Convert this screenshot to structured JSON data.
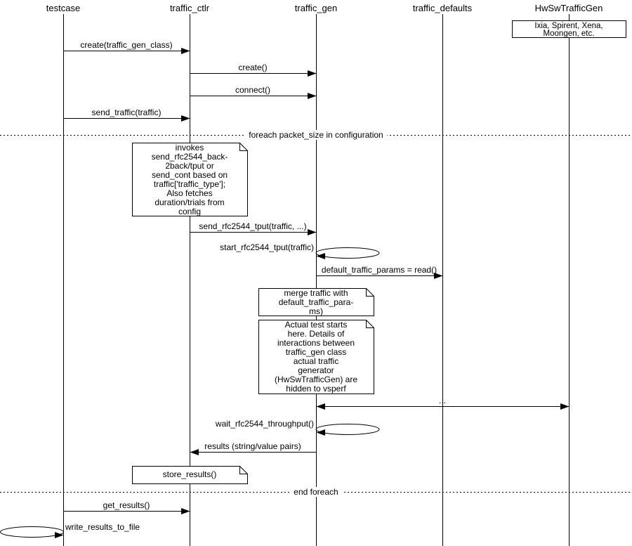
{
  "participants": [
    {
      "label": "testcase"
    },
    {
      "label": "traffic_ctlr"
    },
    {
      "label": "traffic_gen"
    },
    {
      "label": "traffic_defaults"
    },
    {
      "label": "HwSwTrafficGen"
    }
  ],
  "hw_box": {
    "text": "Ixia, Spirent, Xena,\nMoongen, etc."
  },
  "messages": {
    "create_gen_class": {
      "label": "create(traffic_gen_class)",
      "from": "testcase",
      "to": "traffic_ctlr",
      "type": "call"
    },
    "create": {
      "label": "create()",
      "from": "traffic_ctlr",
      "to": "traffic_gen",
      "type": "call"
    },
    "connect": {
      "label": "connect()",
      "from": "traffic_ctlr",
      "to": "traffic_gen",
      "type": "call"
    },
    "send_traffic": {
      "label": "send_traffic(traffic)",
      "from": "testcase",
      "to": "traffic_ctlr",
      "type": "call"
    },
    "send_rfc2544_tput": {
      "label": "send_rfc2544_tput(traffic, ...)",
      "from": "traffic_ctlr",
      "to": "traffic_gen",
      "type": "call"
    },
    "start_rfc2544_tput": {
      "label": "start_rfc2544_tput(traffic)",
      "from": "traffic_gen",
      "to": "traffic_gen",
      "type": "self-call"
    },
    "default_params_read": {
      "label": "default_traffic_params = read()",
      "from": "traffic_gen",
      "to": "traffic_defaults",
      "type": "call"
    },
    "ellipsis": {
      "label": "...",
      "from": "traffic_gen",
      "to": "HwSwTrafficGen",
      "type": "bidirectional"
    },
    "wait_rfc2544": {
      "label": "wait_rfc2544_throughput()",
      "from": "traffic_gen",
      "to": "traffic_gen",
      "type": "self-call"
    },
    "results": {
      "label": "results (string/value pairs)",
      "from": "traffic_gen",
      "to": "traffic_ctlr",
      "type": "return"
    },
    "get_results": {
      "label": "get_results()",
      "from": "testcase",
      "to": "traffic_ctlr",
      "type": "call"
    },
    "write_results": {
      "label": "write_results_to_file",
      "from": "testcase",
      "to": "testcase",
      "type": "self-call"
    }
  },
  "dividers": {
    "foreach": {
      "label": "foreach packet_size in configuration"
    },
    "end": {
      "label": "end foreach"
    }
  },
  "notes": {
    "invokes": {
      "text": "invokes\nsend_rfc2544_back-\n2back/tput or\nsend_cont based on\ntraffic['traffic_type'];\nAlso fetches\nduration/trials from\nconfig"
    },
    "merge": {
      "text": "merge traffic with\ndefault_traffic_para-\nms)"
    },
    "actual_test": {
      "text": "Actual test starts\nhere. Details of\ninteractions between\ntraffic_gen class\nactual traffic\ngenerator\n(HwSwTrafficGen) are\nhidden to vsperf"
    },
    "store_results": {
      "text": "store_results()"
    }
  },
  "colors": {
    "line": "#000000",
    "background": "#ffffff",
    "note_fill": "#ffffff"
  }
}
